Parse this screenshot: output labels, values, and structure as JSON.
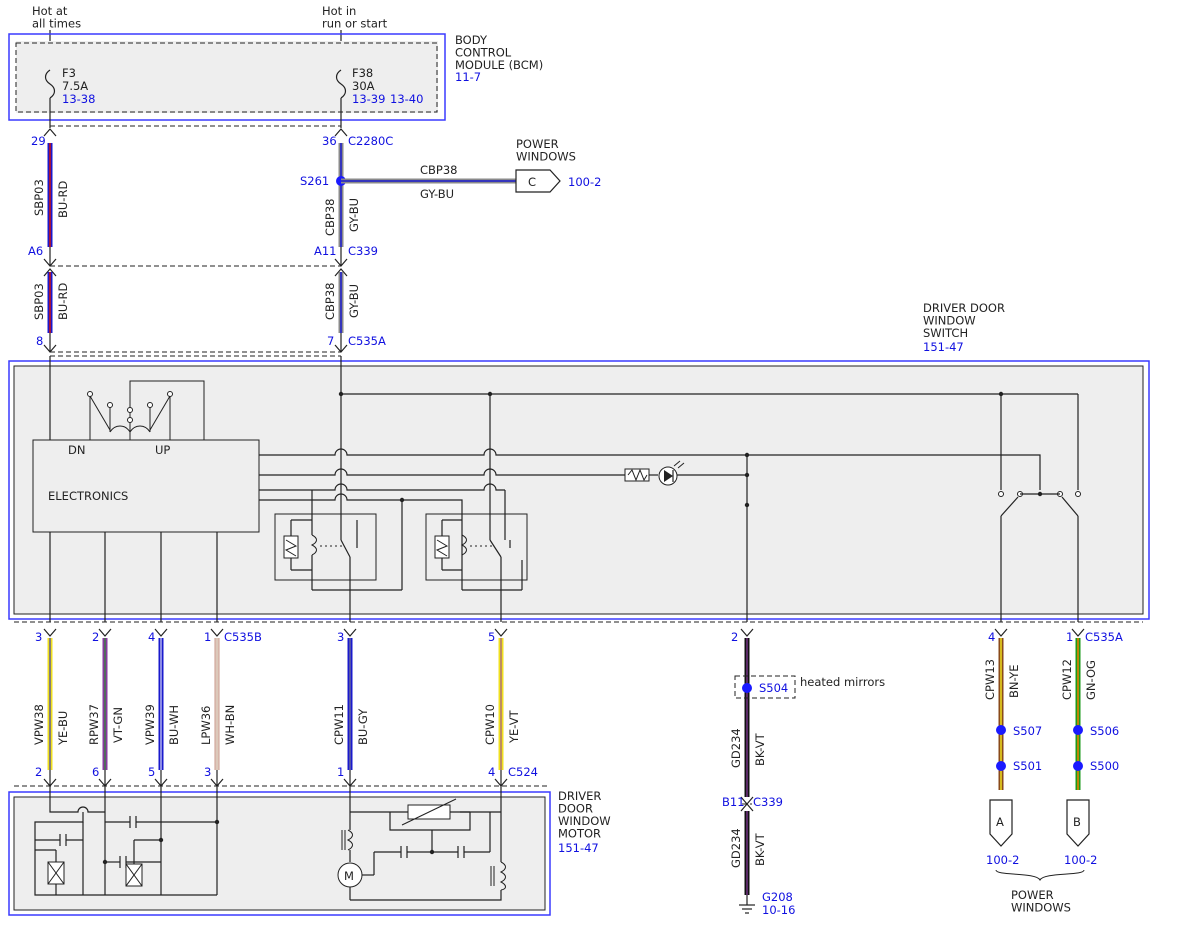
{
  "sources": {
    "left": "Hot at\nall times",
    "right": "Hot in\nrun or start"
  },
  "bcm": {
    "name": "BODY\nCONTROL\nMODULE (BCM)",
    "ref": "11-7",
    "fuse1": {
      "id": "F3",
      "rating": "7.5A",
      "ref": "13-38"
    },
    "fuse2": {
      "id": "F38",
      "rating": "30A",
      "ref1": "13-39",
      "ref2": "13-40"
    }
  },
  "connectors": {
    "c2280c": {
      "pin_left": "29",
      "pin_right": "36",
      "name": "C2280C"
    },
    "c339_top": {
      "pin_left": "A6",
      "pin_right": "A11",
      "name": "C339"
    },
    "c535a_top": {
      "pin_left": "8",
      "pin_right": "7",
      "name": "C535A"
    },
    "c535b": {
      "pins": [
        "3",
        "2",
        "4",
        "1"
      ],
      "name": "C535B"
    },
    "c535_mid": {
      "pin1": "3",
      "pin2": "5"
    },
    "c535a_right": {
      "pin_mirror": "2",
      "pin_a": "4",
      "pin_b": "1",
      "name": "C535A"
    },
    "c524": {
      "pins": [
        "2",
        "6",
        "5",
        "3",
        "1",
        "4"
      ],
      "name": "C524"
    },
    "c339_low": {
      "pin": "B11",
      "name": "C339"
    }
  },
  "wires": {
    "sbp03": {
      "circuit": "SBP03",
      "color": "BU-RD"
    },
    "cbp38": {
      "circuit": "CBP38",
      "color": "GY-BU"
    },
    "vpw38": {
      "circuit": "VPW38",
      "color": "YE-BU"
    },
    "rpw37": {
      "circuit": "RPW37",
      "color": "VT-GN"
    },
    "vpw39": {
      "circuit": "VPW39",
      "color": "BU-WH"
    },
    "lpw36": {
      "circuit": "LPW36",
      "color": "WH-BN"
    },
    "cpw11": {
      "circuit": "CPW11",
      "color": "BU-GY"
    },
    "cpw10": {
      "circuit": "CPW10",
      "color": "YE-VT"
    },
    "gd234": {
      "circuit": "GD234",
      "color": "BK-VT"
    },
    "cpw13": {
      "circuit": "CPW13",
      "color": "BN-YE"
    },
    "cpw12": {
      "circuit": "CPW12",
      "color": "GN-OG"
    }
  },
  "splices": {
    "s261": "S261",
    "s504": "S504",
    "s507": "S507",
    "s501": "S501",
    "s506": "S506",
    "s500": "S500"
  },
  "power_windows_c": {
    "label": "POWER\nWINDOWS",
    "letter": "C",
    "ref": "100-2"
  },
  "heated_mirrors": "heated mirrors",
  "switch": {
    "name": "DRIVER DOOR\nWINDOW\nSWITCH",
    "ref": "151-47",
    "electronics": "ELECTRONICS",
    "dn": "DN",
    "up": "UP"
  },
  "motor": {
    "name": "DRIVER\nDOOR\nWINDOW\nMOTOR",
    "ref": "151-47",
    "m": "M"
  },
  "ground": {
    "id": "G208",
    "ref": "10-16"
  },
  "outputs": {
    "a": {
      "letter": "A",
      "ref": "100-2"
    },
    "b": {
      "letter": "B",
      "ref": "100-2"
    },
    "label": "POWER\nWINDOWS"
  },
  "wire_colors": {
    "BU": "#1a1acc",
    "RD": "#d01010",
    "GY": "#8a8a8a",
    "YE": "#f0e020",
    "VT": "#8a3aa0",
    "GN": "#1a9a1a",
    "WH": "#ffffff",
    "BN": "#8a4a1a",
    "BK": "#111111",
    "OG": "#f08000"
  }
}
